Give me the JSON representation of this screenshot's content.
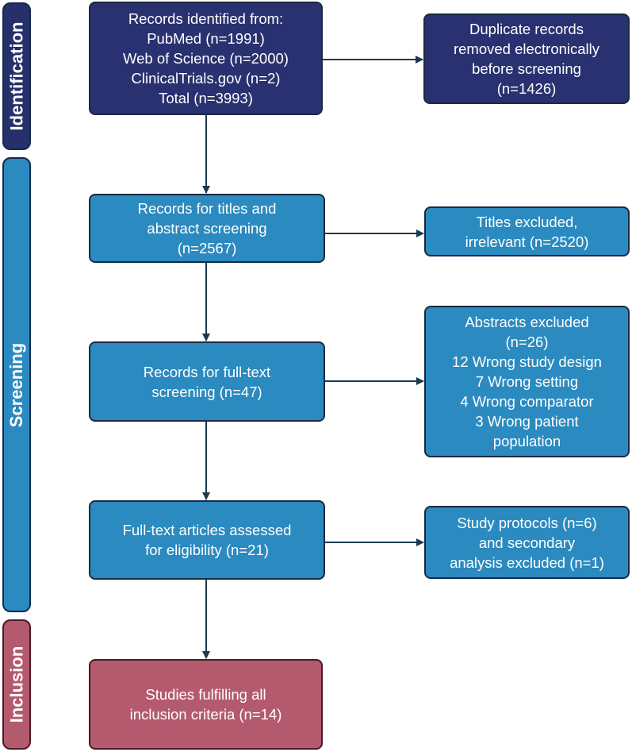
{
  "stages": {
    "identification": "Identification",
    "screening": "Screening",
    "inclusion": "Inclusion"
  },
  "boxes": {
    "records_identified": [
      "Records identified from:",
      "PubMed (n=1991)",
      "Web of Science (n=2000)",
      "ClinicalTrials.gov (n=2)",
      "Total (n=3993)"
    ],
    "duplicates_removed": [
      "Duplicate records",
      "removed electronically",
      "before screening",
      "(n=1426)"
    ],
    "title_abstract_screening": [
      "Records for titles and",
      "abstract screening",
      "(n=2567)"
    ],
    "titles_excluded": [
      "Titles excluded,",
      "irrelevant (n=2520)"
    ],
    "fulltext_screening": [
      "Records for full-text",
      "screening (n=47)"
    ],
    "abstracts_excluded": [
      "Abstracts excluded",
      "(n=26)",
      "12  Wrong study design",
      "7  Wrong setting",
      "4  Wrong comparator",
      "3  Wrong patient",
      "population"
    ],
    "fulltext_assessed": [
      "Full-text articles assessed",
      "for eligibility (n=21)"
    ],
    "protocols_excluded": [
      "Study protocols (n=6)",
      "and secondary",
      "analysis excluded (n=1)"
    ],
    "studies_included": [
      "Studies fulfilling all",
      "inclusion criteria (n=14)"
    ]
  },
  "colors": {
    "identification": "#26306b",
    "screening": "#2b8abf",
    "inclusion": "#b45a6f",
    "arrow": "#1a3a52"
  }
}
